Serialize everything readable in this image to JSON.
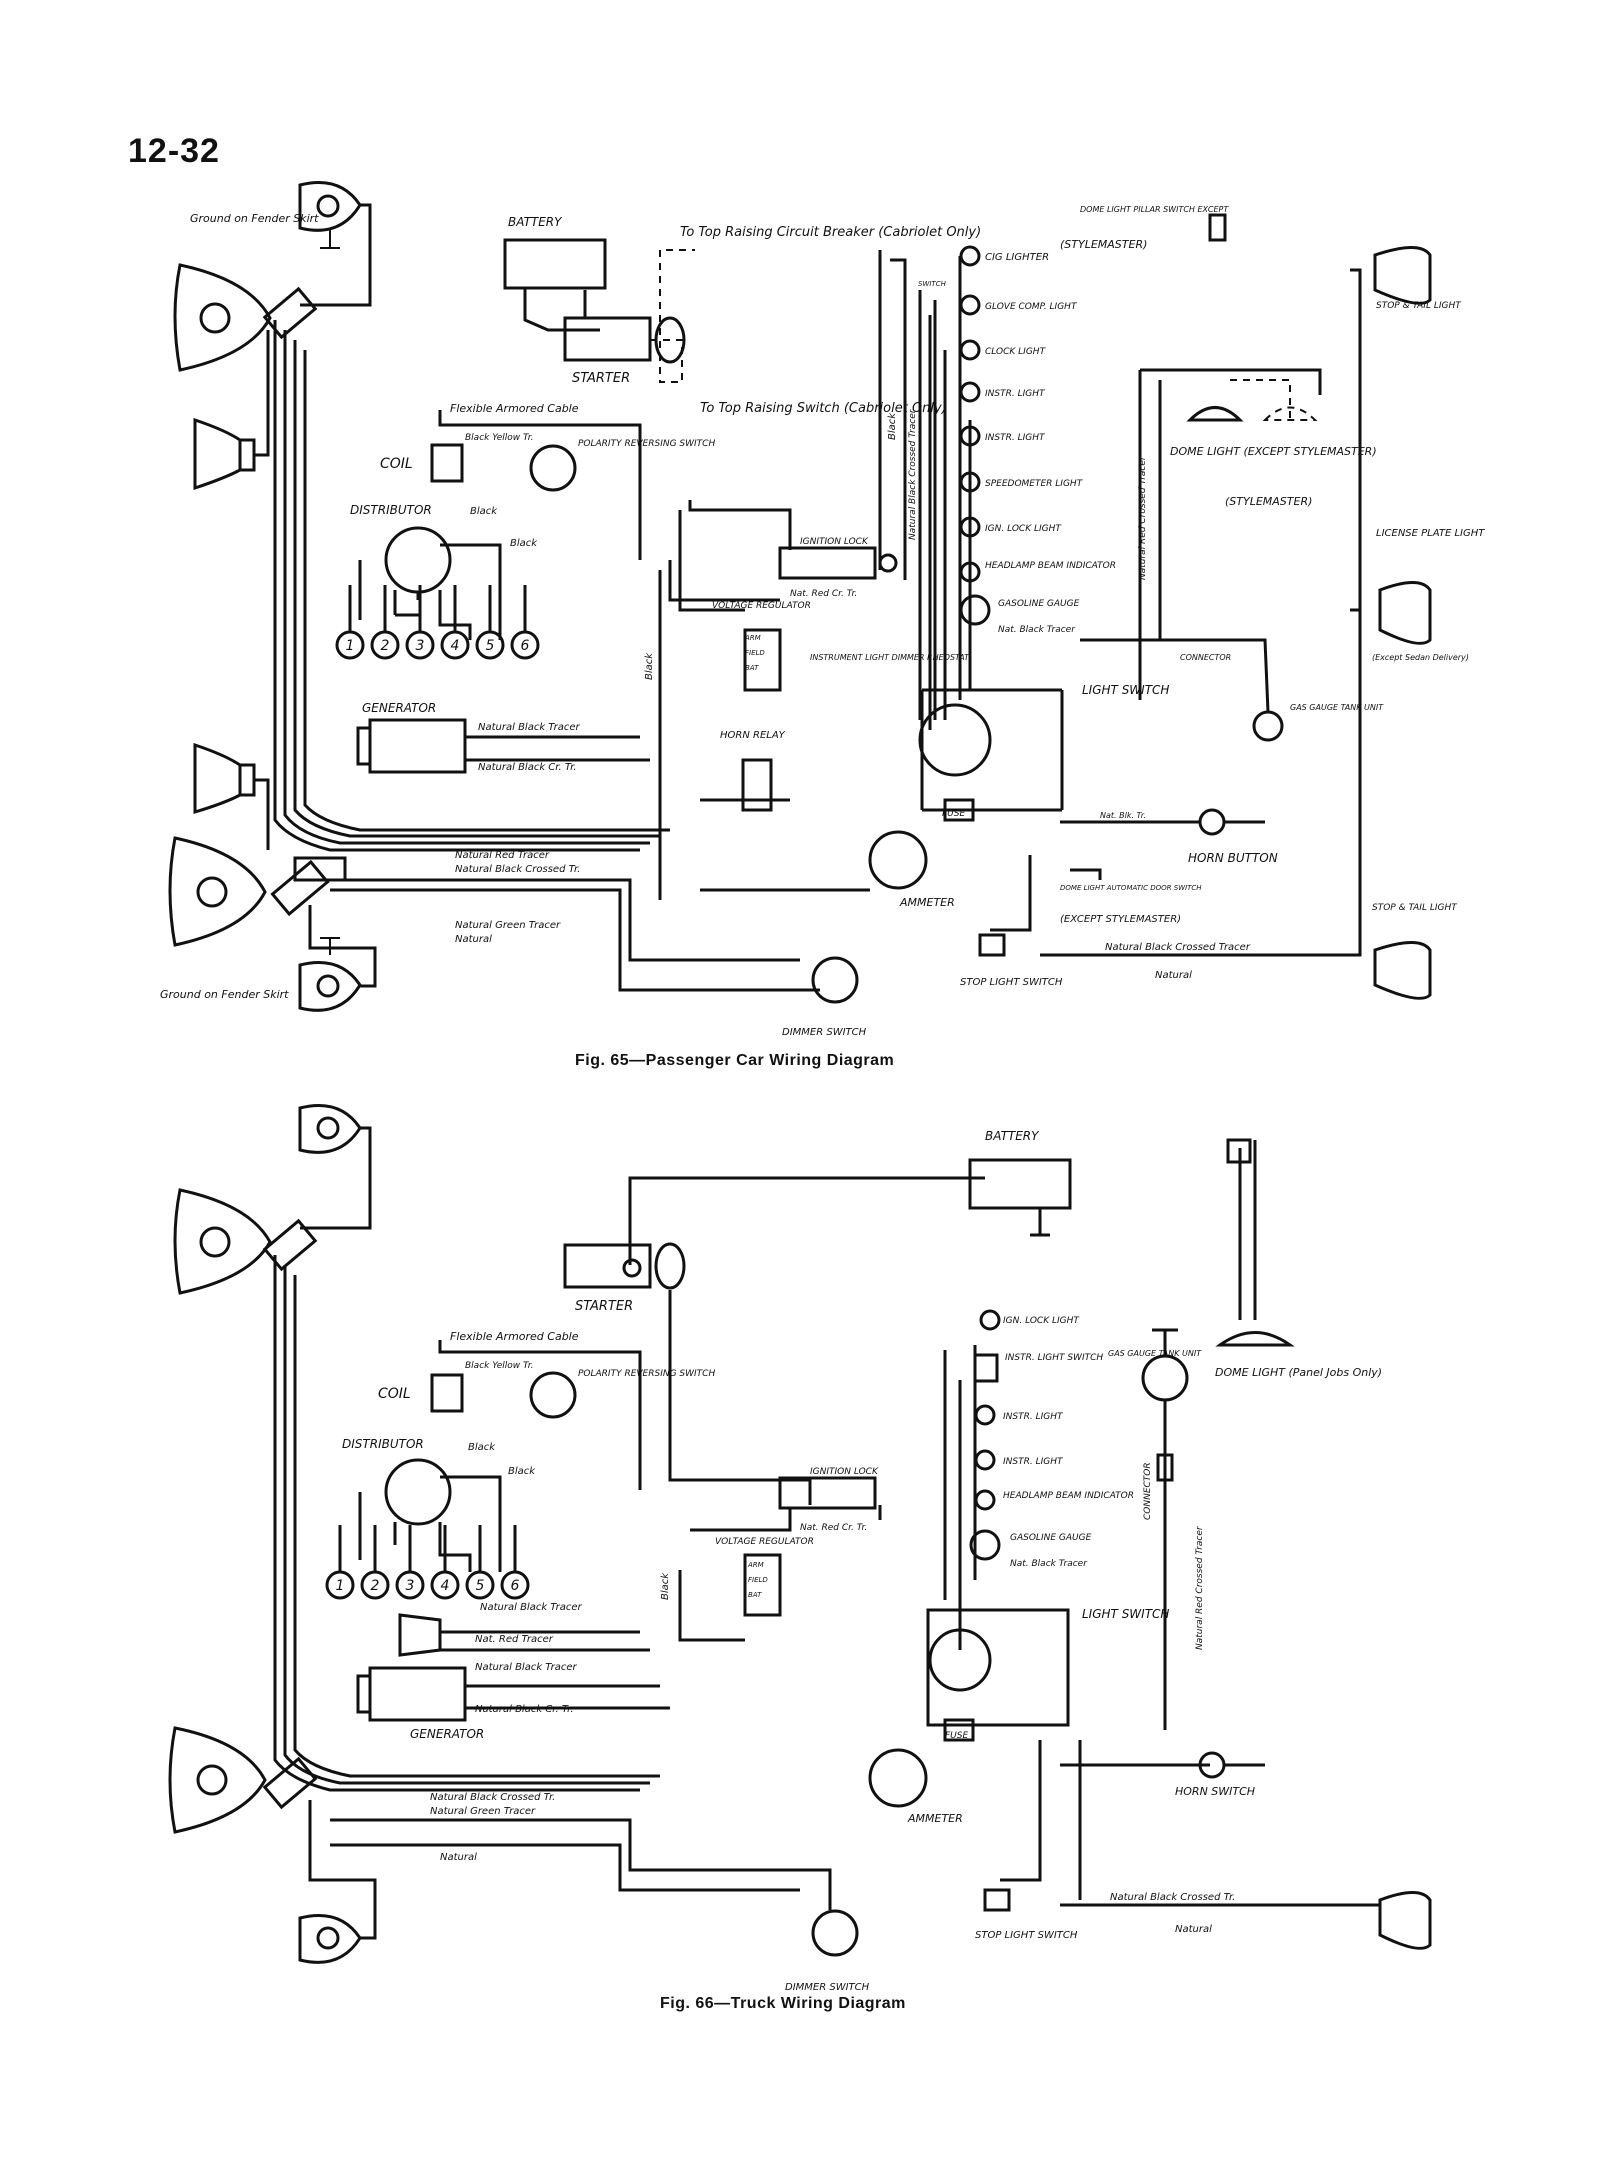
{
  "page_number": "12-32",
  "fig65": {
    "caption": "Fig. 65—Passenger Car Wiring Diagram",
    "labels": {
      "ground_fender_top": "Ground on Fender Skirt",
      "ground_fender_bottom": "Ground on Fender Skirt",
      "battery": "BATTERY",
      "starter": "STARTER",
      "top_raising_cb": "To Top Raising Circuit Breaker (Cabriolet Only)",
      "top_raising_sw": "To Top Raising Switch (Cabriolet Only)",
      "flexible_cable": "Flexible Armored Cable",
      "coil": "COIL",
      "black_yellow_tr": "Black Yellow Tr.",
      "polarity_switch": "POLARITY REVERSING SWITCH",
      "distributor": "DISTRIBUTOR",
      "black1": "Black",
      "black2": "Black",
      "black_vertical": "Black",
      "black_vertical2": "Black",
      "generator": "GENERATOR",
      "nat_black_tracer": "Natural Black Tracer",
      "nat_black_cr_tr": "Natural Black Cr. Tr.",
      "nat_red_tracer": "Natural Red Tracer",
      "nat_black_crossed_tr": "Natural Black Crossed Tr.",
      "nat_green_tracer": "Natural Green Tracer",
      "natural_left": "Natural",
      "voltage_regulator": "VOLTAGE REGULATOR",
      "reg_arm": "ARM",
      "reg_field": "FIELD",
      "reg_bat": "BAT",
      "ignition_lock": "IGNITION LOCK",
      "nat_red_cr_tr": "Nat. Red Cr. Tr.",
      "instrument_rheostat": "INSTRUMENT LIGHT DIMMER RHEOSTAT",
      "horn_relay": "HORN RELAY",
      "light_switch": "LIGHT SWITCH",
      "fuse": "FUSE",
      "ammeter": "AMMETER",
      "dimmer_switch": "DIMMER SWITCH",
      "stop_light_switch": "STOP LIGHT SWITCH",
      "cig_lighter": "CIG LIGHTER",
      "switch_small": "SWITCH",
      "glove_comp_light": "GLOVE COMP. LIGHT",
      "clock_light": "CLOCK LIGHT",
      "instr_light1": "INSTR. LIGHT",
      "instr_light2": "INSTR. LIGHT",
      "speedometer_light": "SPEEDOMETER LIGHT",
      "ign_lock_light": "IGN. LOCK LIGHT",
      "headlamp_beam": "HEADLAMP BEAM INDICATOR",
      "gasoline_gauge": "GASOLINE GAUGE",
      "nat_black_tracer2": "Nat. Black Tracer",
      "dome_pillar_switch": "DOME LIGHT PILLAR SWITCH EXCEPT",
      "stylemaster1": "(STYLEMASTER)",
      "dome_light_except": "DOME LIGHT (EXCEPT STYLEMASTER)",
      "stylemaster2": "(STYLEMASTER)",
      "nat_red_crossed_tracer": "Natural Red Crossed Tracer",
      "nat_black_crossed_tracer_v": "Natural Black Crossed Tracer",
      "stop_tail_top": "STOP & TAIL LIGHT",
      "license_plate": "LICENSE PLATE LIGHT",
      "except_sedan": "(Except Sedan Delivery)",
      "connector": "CONNECTOR",
      "gas_gauge_tank": "GAS GAUGE TANK UNIT",
      "nat_blk_tr": "Nat. Blk. Tr.",
      "horn_button": "HORN BUTTON",
      "dome_auto_door": "DOME LIGHT AUTOMATIC DOOR SWITCH",
      "except_stylemaster": "(EXCEPT STYLEMASTER)",
      "stop_tail_bottom": "STOP & TAIL LIGHT",
      "nat_black_crossed_bottom": "Natural Black Crossed Tracer",
      "natural_bottom": "Natural"
    },
    "terminals": [
      "1",
      "2",
      "3",
      "4",
      "5",
      "6"
    ]
  },
  "fig66": {
    "caption": "Fig. 66—Truck Wiring Diagram",
    "labels": {
      "battery": "BATTERY",
      "starter": "STARTER",
      "flexible_cable": "Flexible Armored Cable",
      "coil": "COIL",
      "black_yellow_tr": "Black Yellow Tr.",
      "polarity_switch": "POLARITY REVERSING SWITCH",
      "distributor": "DISTRIBUTOR",
      "black1": "Black",
      "black2": "Black",
      "black_vertical": "Black",
      "nat_black_tracer": "Natural Black Tracer",
      "nat_red_tracer": "Nat. Red Tracer",
      "nat_black_tracer2": "Natural Black Tracer",
      "nat_black_cr_tr": "Natural Black Cr. Tr.",
      "generator": "GENERATOR",
      "nat_black_crossed_tr": "Natural Black Crossed Tr.",
      "nat_green_tracer": "Natural Green Tracer",
      "natural_left": "Natural",
      "voltage_regulator": "VOLTAGE REGULATOR",
      "reg_arm": "ARM",
      "reg_field": "FIELD",
      "reg_bat": "BAT",
      "ignition_lock": "IGNITION LOCK",
      "nat_red_cr_tr": "Nat. Red Cr. Tr.",
      "ign_lock_light": "IGN. LOCK LIGHT",
      "instr_light_switch": "INSTR. LIGHT SWITCH",
      "instr_light1": "INSTR. LIGHT",
      "instr_light2": "INSTR. LIGHT",
      "headlamp_beam": "HEADLAMP BEAM INDICATOR",
      "gasoline_gauge": "GASOLINE GAUGE",
      "nat_black_tracer3": "Nat. Black Tracer",
      "gas_gauge_tank": "GAS GAUGE TANK UNIT",
      "connector": "CONNECTOR",
      "dome_light": "DOME LIGHT (Panel Jobs Only)",
      "nat_red_crossed_tracer": "Natural Red Crossed Tracer",
      "light_switch": "LIGHT SWITCH",
      "fuse": "FUSE",
      "horn_switch": "HORN SWITCH",
      "ammeter": "AMMETER",
      "dimmer_switch": "DIMMER SWITCH",
      "stop_light_switch": "STOP LIGHT SWITCH",
      "nat_black_crossed_right": "Natural Black Crossed Tr.",
      "natural_right": "Natural"
    },
    "terminals": [
      "1",
      "2",
      "3",
      "4",
      "5",
      "6"
    ]
  }
}
